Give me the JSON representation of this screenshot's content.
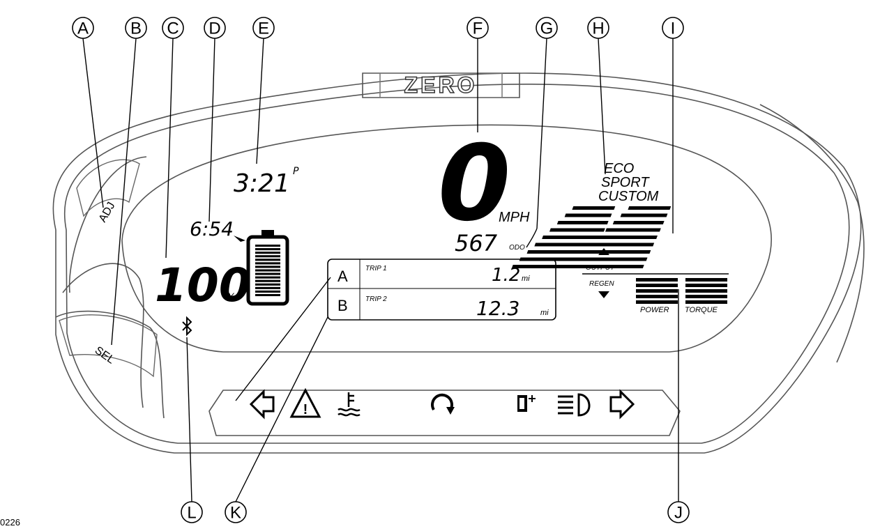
{
  "brand": "ZERO",
  "clock": {
    "time": "3:21",
    "suffix": "P"
  },
  "charge": {
    "time_to_charge": "6:54",
    "percent": "100",
    "percent_unit": "%",
    "level": 1.0
  },
  "speed": {
    "value": "0",
    "unit": "MPH"
  },
  "odometer": {
    "value": "567",
    "unit": "ODO"
  },
  "trips": [
    {
      "id": "A",
      "name": "TRIP 1",
      "value": "1.2",
      "unit": "mi"
    },
    {
      "id": "B",
      "name": "TRIP 2",
      "value": "12.3",
      "unit": "mi"
    }
  ],
  "modes": [
    "ECO",
    "SPORT",
    "CUSTOM"
  ],
  "power_gauge": {
    "output_label": "OUTPUT",
    "regen_label": "REGEN",
    "power_label": "POWER",
    "torque_label": "TORQUE"
  },
  "buttons": {
    "adj": "ADJ",
    "sel": "SEL"
  },
  "indicators": [
    "left-turn-icon",
    "warning-icon",
    "temperature-icon",
    "reverse-icon",
    "kickstand-icon",
    "high-beam-icon",
    "right-turn-icon"
  ],
  "callouts": [
    "A",
    "B",
    "C",
    "D",
    "E",
    "F",
    "G",
    "H",
    "I",
    "J",
    "K",
    "L"
  ],
  "figure_id": "0226"
}
